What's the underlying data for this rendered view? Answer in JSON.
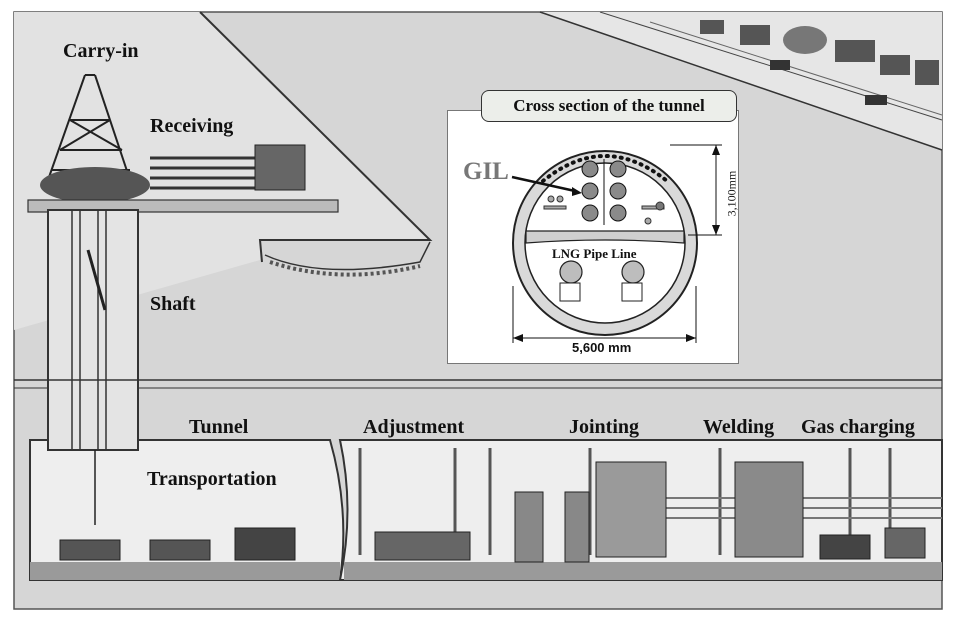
{
  "labels": {
    "carry_in": "Carry-in",
    "receiving": "Receiving",
    "shaft": "Shaft",
    "tunnel": "Tunnel",
    "transportation": "Transportation",
    "adjustment": "Adjustment",
    "jointing": "Jointing",
    "welding": "Welding",
    "gas_charging": "Gas charging"
  },
  "cross_section": {
    "title": "Cross section of the tunnel",
    "gil_label": "GIL",
    "pipe_line_label": "LNG Pipe Line",
    "height_dim": "3,100mm",
    "width_dim": "5,600 mm"
  },
  "colors": {
    "background": "#d6d6d6",
    "outline": "#333333",
    "tunnel_floor": "#9a9a9a"
  }
}
